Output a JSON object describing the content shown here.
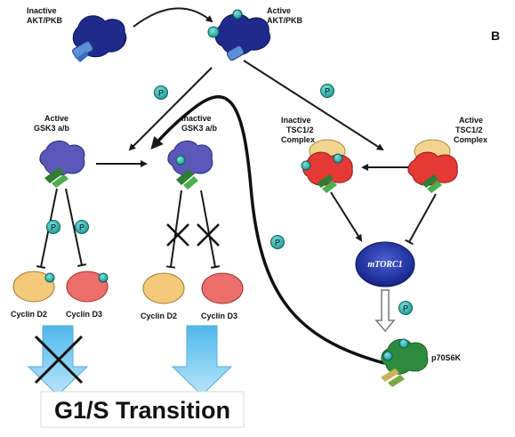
{
  "panel_letter": "B",
  "nodes": {
    "akt_inactive": [
      "Inactive",
      "AKT/PKB"
    ],
    "akt_active": [
      "Active",
      "AKT/PKB"
    ],
    "gsk3_active": [
      "Active",
      "GSK3 a/b"
    ],
    "gsk3_inactive": [
      "Inactive",
      "GSK3 a/b"
    ],
    "tsc_inactive": [
      "Inactive",
      "TSC1/2",
      "Complex"
    ],
    "tsc_active": [
      "Active",
      "TSC1/2",
      "Complex"
    ],
    "mtorc1": "mTORC1",
    "p70s6k": "p70S6K",
    "cyclin_d2_left": "Cyclin D2",
    "cyclin_d3_left": "Cyclin D3",
    "cyclin_d2_right": "Cyclin D2",
    "cyclin_d3_right": "Cyclin D3"
  },
  "phospho_label": "P",
  "outcome": "G1/S Transition",
  "colors": {
    "akt": "#1f2a8c",
    "gsk3": "#5a58b8",
    "binding_green": "#2e7d32",
    "tsc_red": "#e53935",
    "tsc_cream": "#f3d58f",
    "mtorc1": "#2336a0",
    "p70s6k": "#2e8b3e",
    "cyclin_d2": "#f5c97a",
    "cyclin_d3": "#ee6e6e",
    "phospho": "#39b5b0",
    "big_arrow": "#8fd3f4"
  }
}
